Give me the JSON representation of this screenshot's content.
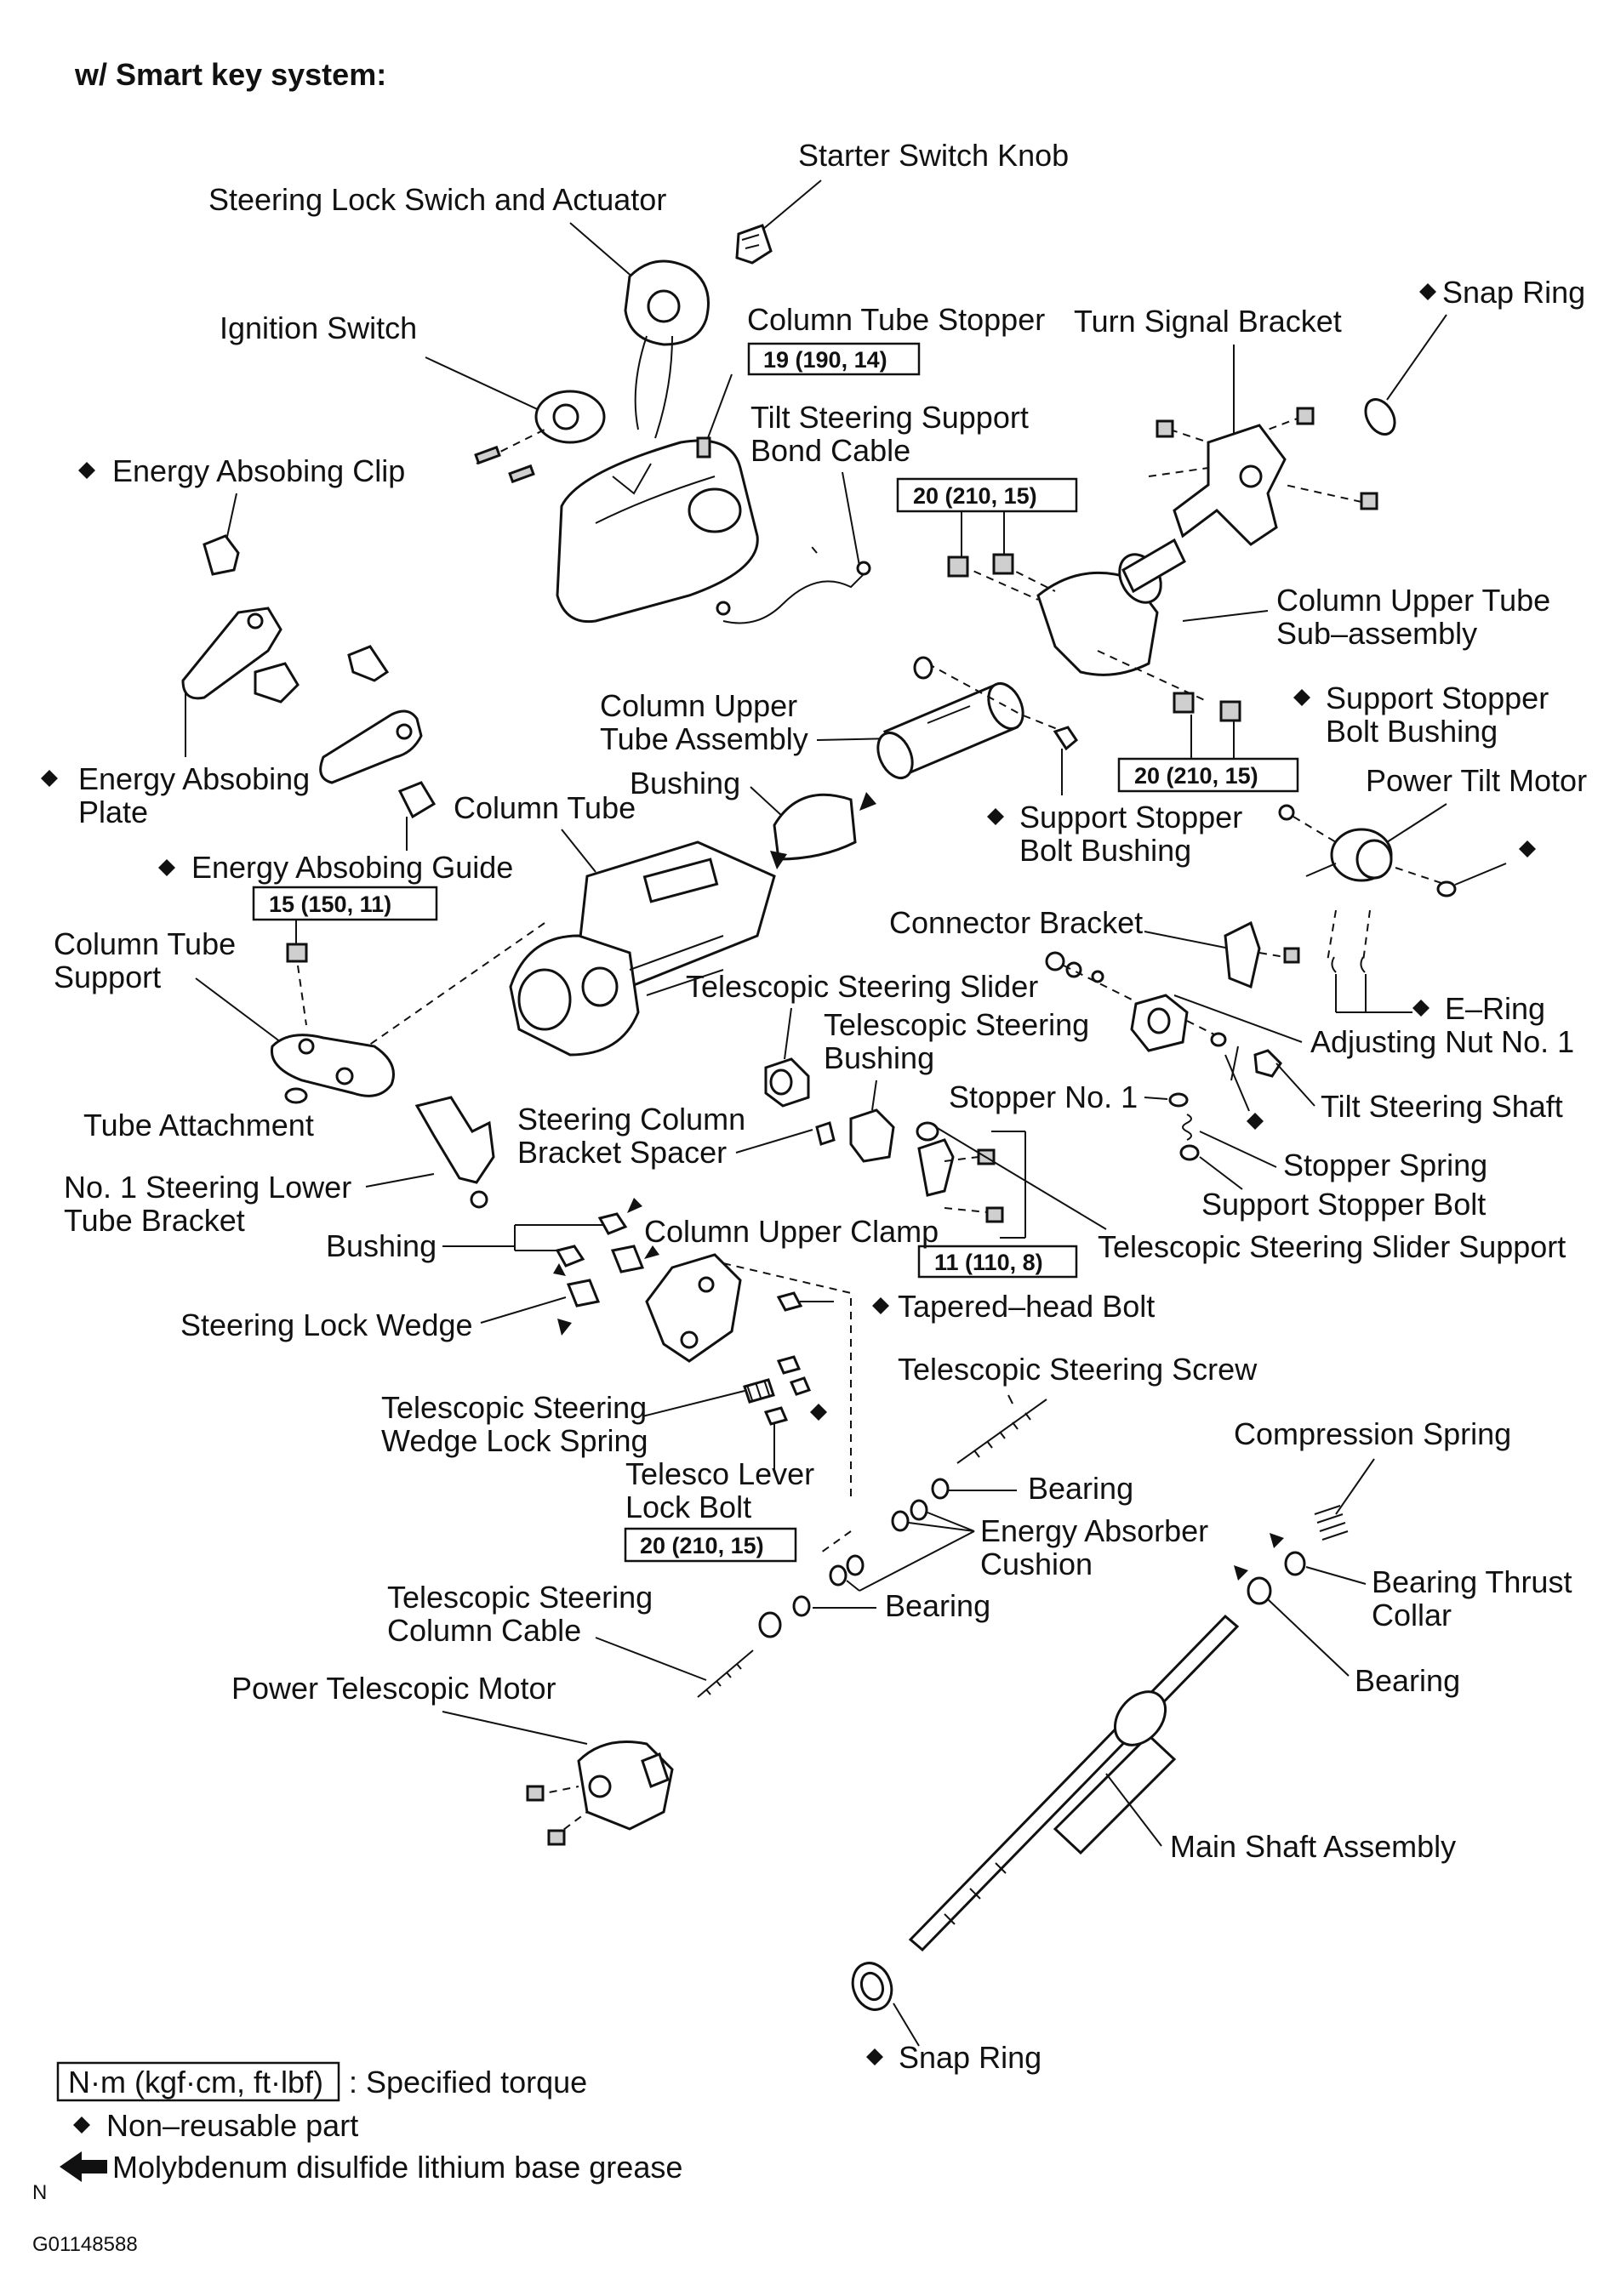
{
  "header": "w/ Smart key system:",
  "labels": {
    "starter_switch_knob": "Starter Switch Knob",
    "steering_lock": "Steering Lock Swich and Actuator",
    "snap_ring_top": "Snap Ring",
    "ignition_switch": "Ignition Switch",
    "column_tube_stopper": "Column Tube Stopper",
    "turn_signal_bracket": "Turn Signal Bracket",
    "tilt_support_1": "Tilt Steering Support",
    "tilt_support_2": "Bond Cable",
    "energy_clip": "Energy Absobing Clip",
    "upper_tube_sub_1": "Column Upper Tube",
    "upper_tube_sub_2": "Sub–assembly",
    "upper_tube_assy_1": "Column Upper",
    "upper_tube_assy_2": "Tube Assembly",
    "support_bushing_r_1": "Support Stopper",
    "support_bushing_r_2": "Bolt Bushing",
    "energy_plate_1": "Energy Absobing",
    "energy_plate_2": "Plate",
    "column_tube": "Column Tube",
    "bushing_upper": "Bushing",
    "support_bushing_m_1": "Support Stopper",
    "support_bushing_m_2": "Bolt Bushing",
    "power_tilt_motor": "Power Tilt Motor",
    "energy_guide": "Energy Absobing Guide",
    "column_tube_support_1": "Column Tube",
    "column_tube_support_2": "Support",
    "connector_bracket": "Connector Bracket",
    "tele_slider": "Telescopic Steering Slider",
    "e_ring": "E–Ring",
    "adjusting_nut": "Adjusting Nut No. 1",
    "tele_bushing_1": "Telescopic Steering",
    "tele_bushing_2": "Bushing",
    "tube_attachment": "Tube Attachment",
    "stopper_no1": "Stopper No. 1",
    "tilt_shaft": "Tilt Steering Shaft",
    "bracket_spacer_1": "Steering Column",
    "bracket_spacer_2": "Bracket Spacer",
    "stopper_spring": "Stopper Spring",
    "lower_bracket_1": "No. 1 Steering Lower",
    "lower_bracket_2": "Tube Bracket",
    "support_stopper_bolt": "Support Stopper Bolt",
    "column_upper_clamp": "Column Upper Clamp",
    "bushing_lower": "Bushing",
    "slider_support": "Telescopic Steering Slider Support",
    "tapered_bolt": "Tapered–head Bolt",
    "steering_lock_wedge": "Steering Lock Wedge",
    "tele_screw": "Telescopic Steering Screw",
    "wedge_spring_1": "Telescopic Steering",
    "wedge_spring_2": "Wedge Lock Spring",
    "compression_spring": "Compression Spring",
    "telesco_bolt_1": "Telesco Lever",
    "telesco_bolt_2": "Lock Bolt",
    "bearing_1": "Bearing",
    "energy_cushion_1": "Energy Absorber",
    "energy_cushion_2": "Cushion",
    "bearing_thrust_1": "Bearing Thrust",
    "bearing_thrust_2": "Collar",
    "tele_cable_1": "Telescopic Steering",
    "tele_cable_2": "Column Cable",
    "bearing_2": "Bearing",
    "bearing_3": "Bearing",
    "power_tele_motor": "Power Telescopic Motor",
    "main_shaft": "Main Shaft Assembly",
    "snap_ring_bottom": "Snap Ring"
  },
  "torques": {
    "t1": "19 (190, 14)",
    "t2": "20 (210, 15)",
    "t3": "20 (210, 15)",
    "t4": "15 (150, 11)",
    "t5": "11 (110, 8)",
    "t6": "20 (210, 15)"
  },
  "legend": {
    "torque_box": "N·m (kgf·cm, ft·lbf)",
    "torque_text": ": Specified torque",
    "nonreusable": "Non–reusable part",
    "grease": "Molybdenum disulfide lithium base grease"
  },
  "footer": {
    "letter": "N",
    "code": "G01148588"
  }
}
